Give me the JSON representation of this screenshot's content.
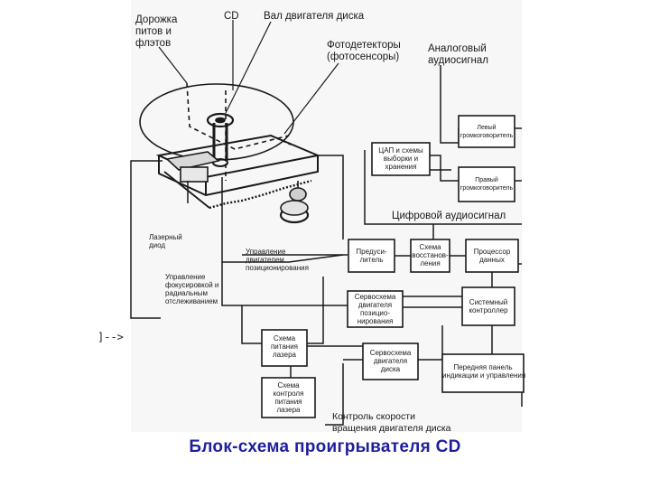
{
  "title": "Блок-схема проигрывателя CD",
  "stray_text": "]-->",
  "labels": {
    "pits_track": "Дорожка\nпитов и\nфлэтов",
    "cd": "CD",
    "motor_shaft": "Вал двигателя диска",
    "photodetectors": "Фотодетекторы\n(фотосенсоры)",
    "analog_audio": "Аналоговый\nаудиосигнал",
    "digital_audio": "Цифровой аудиосигнал",
    "laser_diode": "Лазерный\nдиод",
    "positioning_motor_control": "Управление\nдвигателем\nпозиционирования",
    "focus_tracking_control": "Управление\nфокусировкой и\nрадиальным\nотслеживанием",
    "speed_control": "Контроль скорости\nвращения двигателя диска"
  },
  "blocks": {
    "left_channel": "Левый\nгромкоговоритель",
    "right_channel": "Правый\nгромкоговоритель",
    "dac": "ЦАП и схемы\nвыборки и\nхранения",
    "preamp": "Предуси-\nлитель",
    "demod": "Схема\nвосстанов-\nления",
    "data_processor": "Процессор\nданных",
    "servo_positioning": "Сервосхема\nдвигателя\nпозицио-\nнирования",
    "system_controller": "Системный\nконтроллер",
    "laser_power": "Схема\nпитания\nлазера",
    "disc_motor_servo": "Сервосхема\nдвигателя\nдиска",
    "laser_power_control": "Схема\nконтроля\nпитания\nлазера",
    "front_panel": "Передняя панель\nиндикации и управления"
  },
  "colors": {
    "ink": "#1a1a1a",
    "caption": "#1f1f9e",
    "background": "#ffffff"
  }
}
